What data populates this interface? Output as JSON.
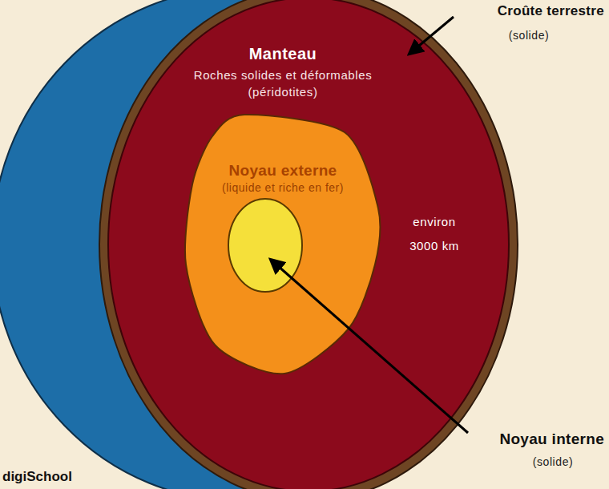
{
  "diagram": {
    "nodes": [
      {
        "text": [
          "Manteau",
          "Roches solides et déformables (péridotites)"
        ]
      },
      {
        "text": [
          "Noyau externe",
          "(liquide et riche en fer)"
        ],
        "in": 0
      }
    ],
    "labels": [
      "Croûte terrestre",
      "(solide)",
      "environ 3000 km",
      "Noyau interne",
      "(solide)",
      "digiSchool"
    ]
  }
}
